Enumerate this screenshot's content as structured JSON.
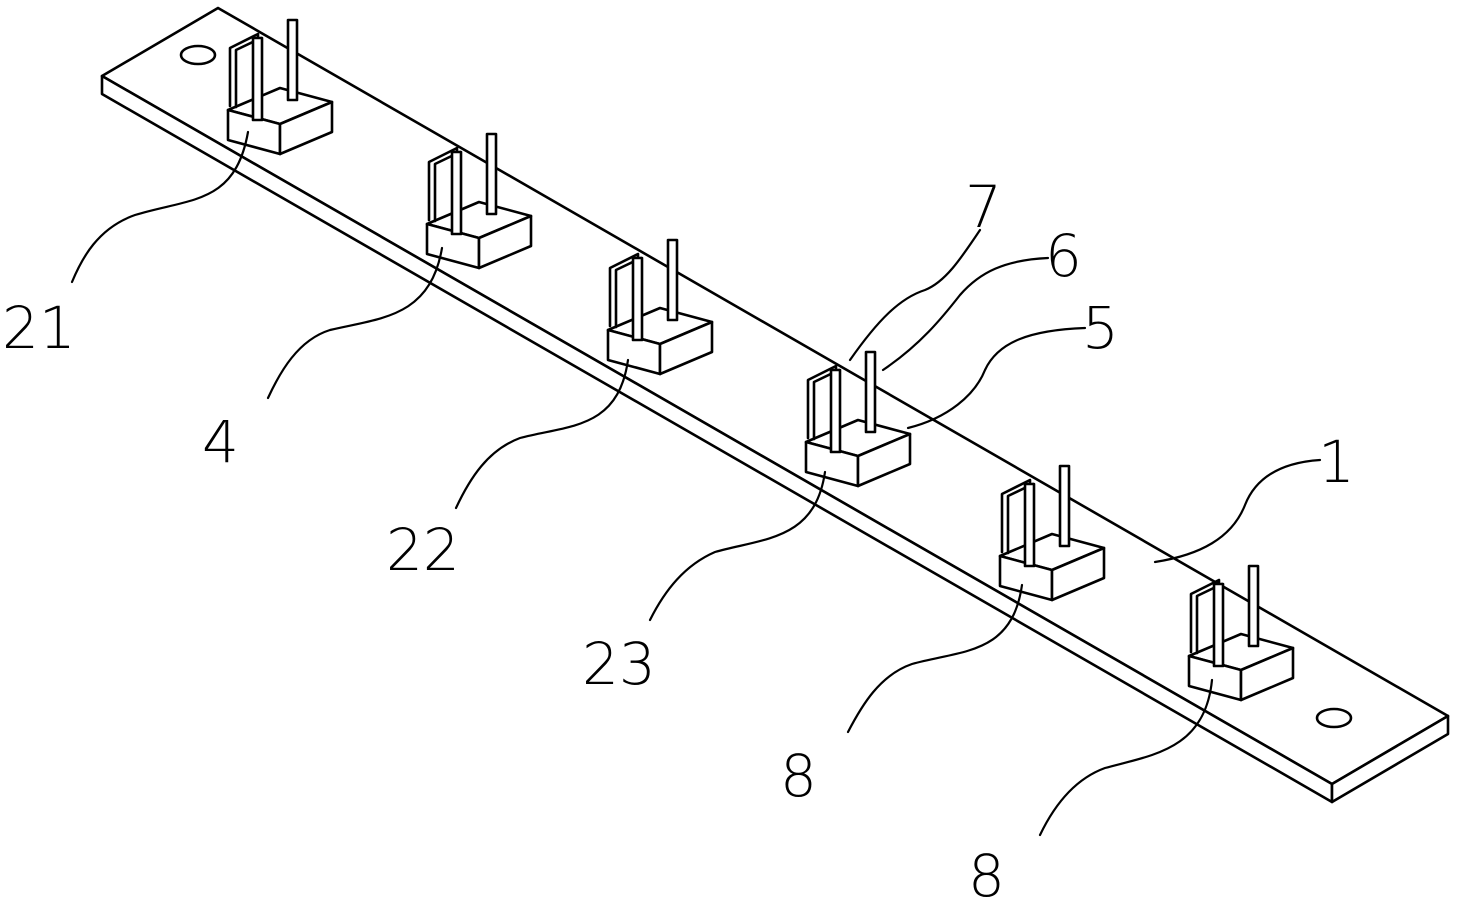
{
  "figure": {
    "labels": {
      "label_21": "21",
      "label_4": "4",
      "label_22": "22",
      "label_23": "23",
      "label_7": "7",
      "label_6": "6",
      "label_5": "5",
      "label_1": "1",
      "label_8a": "8",
      "label_8b": "8"
    }
  }
}
